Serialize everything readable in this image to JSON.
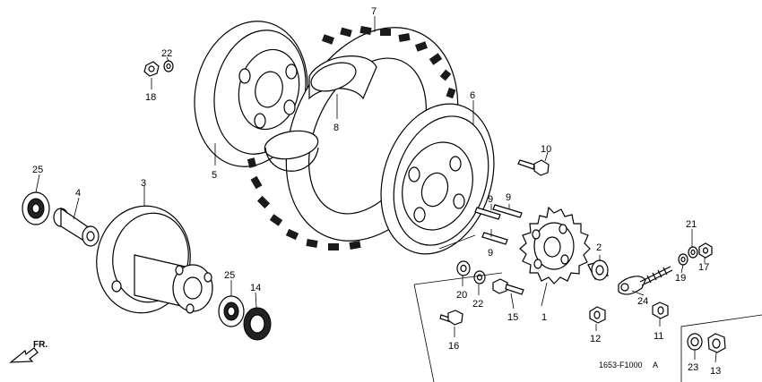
{
  "diagram": {
    "callouts": [
      {
        "id": "p1",
        "text": "1"
      },
      {
        "id": "p2",
        "text": "2"
      },
      {
        "id": "p3",
        "text": "3"
      },
      {
        "id": "p4",
        "text": "4"
      },
      {
        "id": "p5",
        "text": "5"
      },
      {
        "id": "p6",
        "text": "6"
      },
      {
        "id": "p7",
        "text": "7"
      },
      {
        "id": "p8",
        "text": "8"
      },
      {
        "id": "p9a",
        "text": "9"
      },
      {
        "id": "p9b",
        "text": "9"
      },
      {
        "id": "p9c",
        "text": "9"
      },
      {
        "id": "p10",
        "text": "10"
      },
      {
        "id": "p11",
        "text": "11"
      },
      {
        "id": "p12",
        "text": "12"
      },
      {
        "id": "p13",
        "text": "13"
      },
      {
        "id": "p14",
        "text": "14"
      },
      {
        "id": "p15",
        "text": "15"
      },
      {
        "id": "p16",
        "text": "16"
      },
      {
        "id": "p17",
        "text": "17"
      },
      {
        "id": "p18",
        "text": "18"
      },
      {
        "id": "p19",
        "text": "19"
      },
      {
        "id": "p20",
        "text": "20"
      },
      {
        "id": "p21",
        "text": "21"
      },
      {
        "id": "p22a",
        "text": "22"
      },
      {
        "id": "p22b",
        "text": "22"
      },
      {
        "id": "p23",
        "text": "23"
      },
      {
        "id": "p24",
        "text": "24"
      },
      {
        "id": "p25a",
        "text": "25"
      },
      {
        "id": "p25b",
        "text": "25"
      }
    ],
    "direction_label": "FR.",
    "figure_code": "1653-F1000",
    "revision_mark": "A"
  }
}
